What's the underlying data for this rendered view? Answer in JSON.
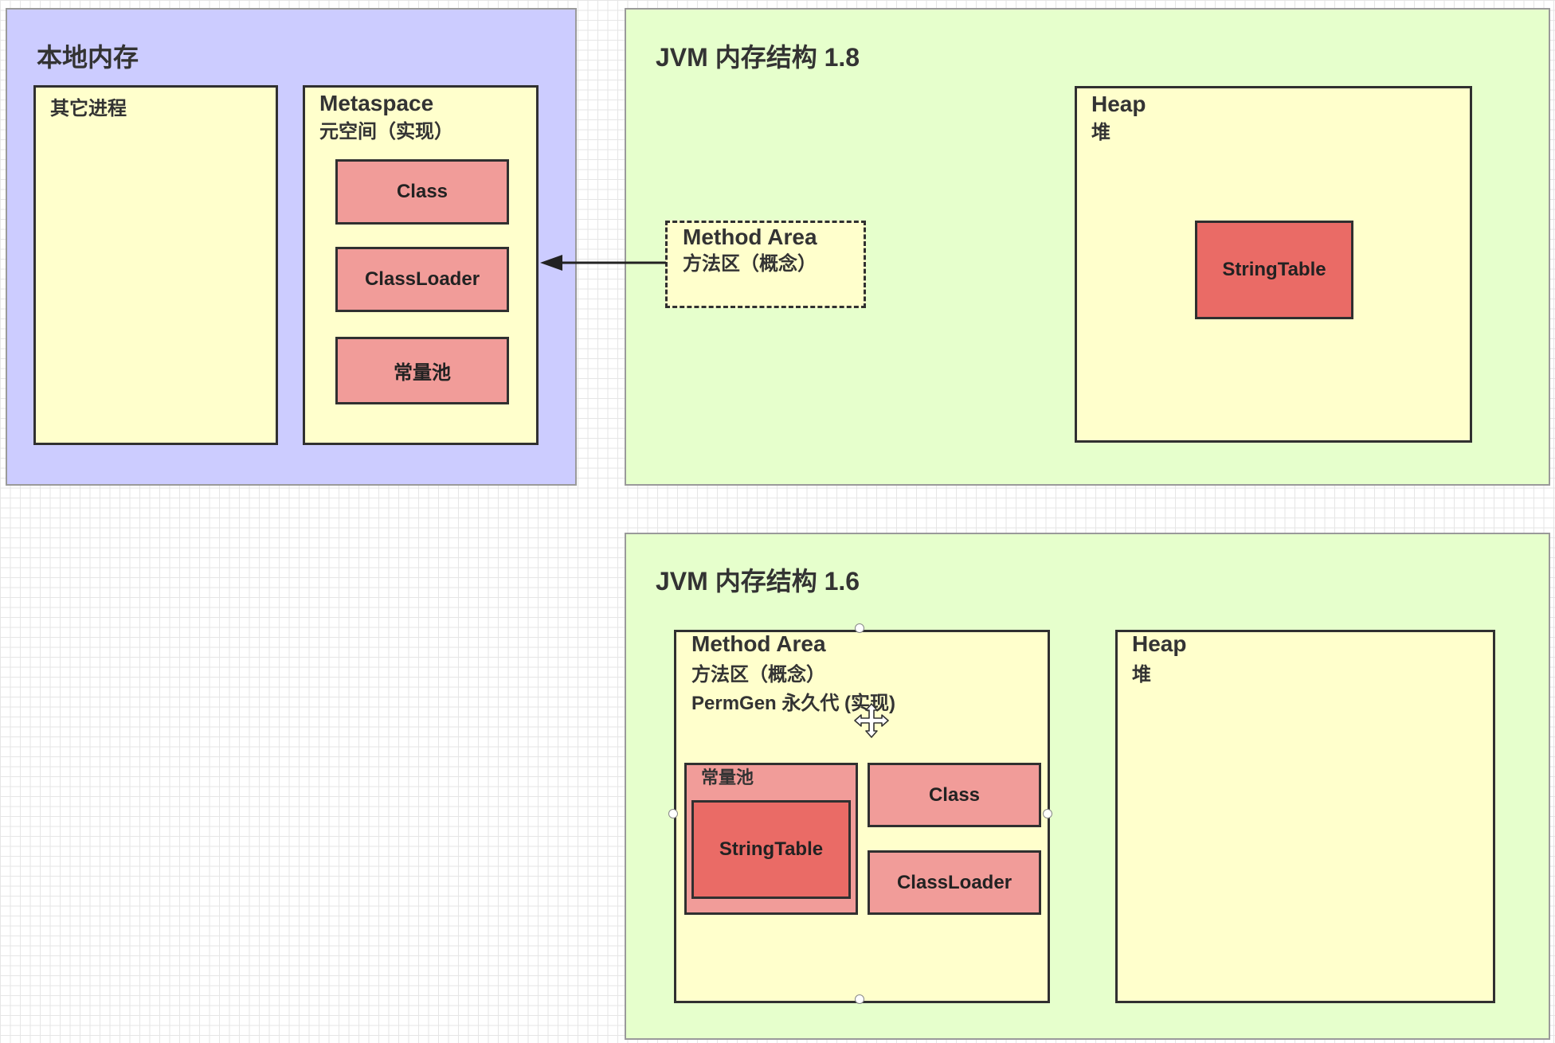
{
  "native_memory": {
    "title": "本地内存",
    "other_process": {
      "label": "其它进程"
    },
    "metaspace": {
      "name": "Metaspace",
      "desc": "元空间（实现）",
      "items": [
        "Class",
        "ClassLoader",
        "常量池"
      ]
    }
  },
  "jvm18": {
    "title": "JVM 内存结构 1.8",
    "method_area": {
      "name": "Method Area",
      "desc": "方法区（概念）"
    },
    "heap": {
      "name": "Heap",
      "desc": "堆",
      "string_table": "StringTable"
    }
  },
  "jvm16": {
    "title": "JVM 内存结构 1.6",
    "method_area": {
      "name": "Method Area",
      "desc": "方法区（概念）",
      "permgen": "PermGen 永久代 (实现)",
      "constant_pool": "常量池",
      "string_table": "StringTable",
      "class": "Class",
      "classloader": "ClassLoader"
    },
    "heap": {
      "name": "Heap",
      "desc": "堆"
    }
  },
  "colors": {
    "native_memory_fill": "#ccccff",
    "jvm_fill": "#e6ffcc",
    "region_fill": "#ffffcc",
    "item_fill": "#f19c99",
    "string_table_fill": "#ea6b66"
  },
  "cursor_icon": "move-cursor-icon"
}
